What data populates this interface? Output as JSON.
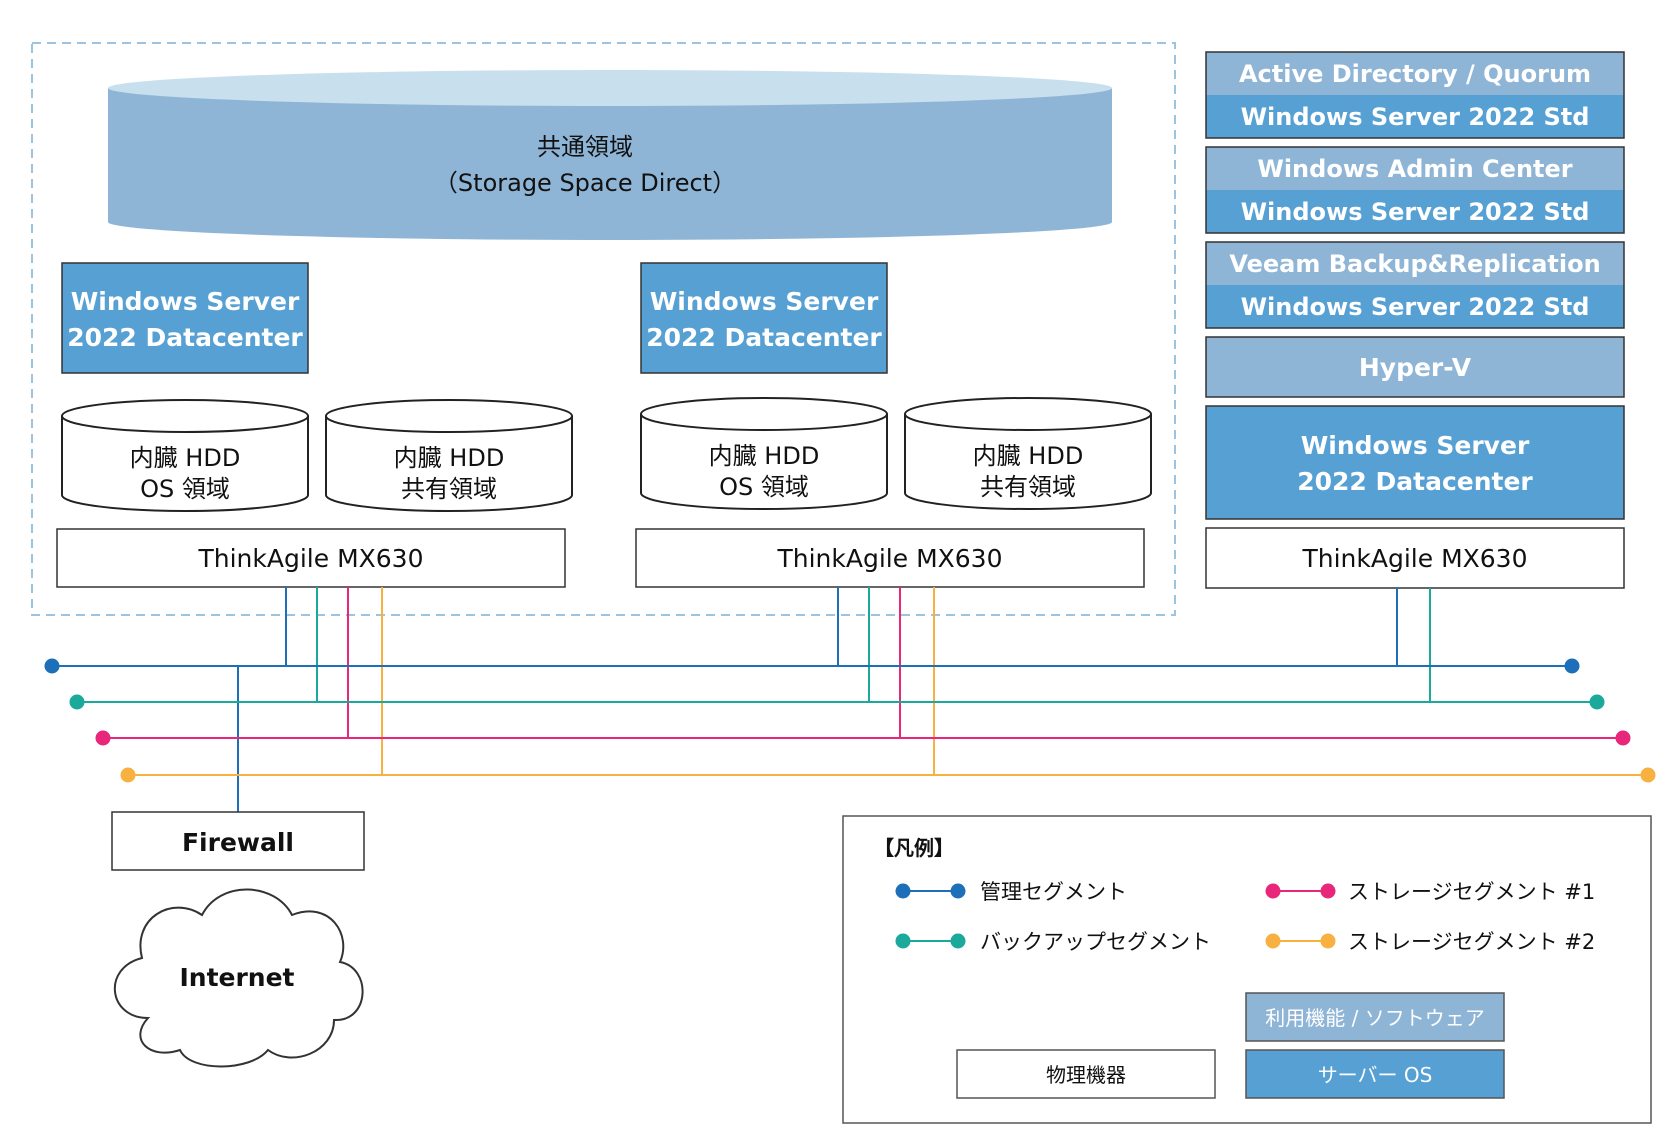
{
  "colors": {
    "mgmt": "#1c6fb8",
    "backup": "#1aa99a",
    "storage1": "#e8267a",
    "storage2": "#f8b040",
    "os_box": "#56a0d3",
    "software_box": "#8fb5d6",
    "storage_pool": "#8fb5d6",
    "storage_pool_top": "#c8dfee"
  },
  "storage_pool": {
    "line1": "共通領域",
    "line2": "（Storage Space Direct）"
  },
  "cluster_nodes": [
    {
      "os_line1": "Windows Server",
      "os_line2": "2022 Datacenter",
      "disk_os_line1": "内臓 HDD",
      "disk_os_line2": "OS 領域",
      "disk_shared_line1": "内臓 HDD",
      "disk_shared_line2": "共有領域",
      "hardware": "ThinkAgile MX630"
    },
    {
      "os_line1": "Windows Server",
      "os_line2": "2022 Datacenter",
      "disk_os_line1": "内臓 HDD",
      "disk_os_line2": "OS 領域",
      "disk_shared_line1": "内臓 HDD",
      "disk_shared_line2": "共有領域",
      "hardware": "ThinkAgile MX630"
    }
  ],
  "mgmt_server": {
    "vms": [
      {
        "app": "Active Directory / Quorum",
        "os": "Windows Server 2022 Std"
      },
      {
        "app": "Windows Admin Center",
        "os": "Windows Server 2022 Std"
      },
      {
        "app": "Veeam Backup&Replication",
        "os": "Windows Server 2022 Std"
      }
    ],
    "hypervisor": "Hyper-V",
    "host_os_line1": "Windows Server",
    "host_os_line2": "2022 Datacenter",
    "hardware": "ThinkAgile MX630"
  },
  "firewall": "Firewall",
  "internet": "Internet",
  "legend": {
    "title": "【凡例】",
    "mgmt": "管理セグメント",
    "backup": "バックアップセグメント",
    "storage1": "ストレージセグメント #1",
    "storage2": "ストレージセグメント #2",
    "software": "利用機能 / ソフトウェア",
    "os": "サーバー OS",
    "hardware": "物理機器"
  }
}
